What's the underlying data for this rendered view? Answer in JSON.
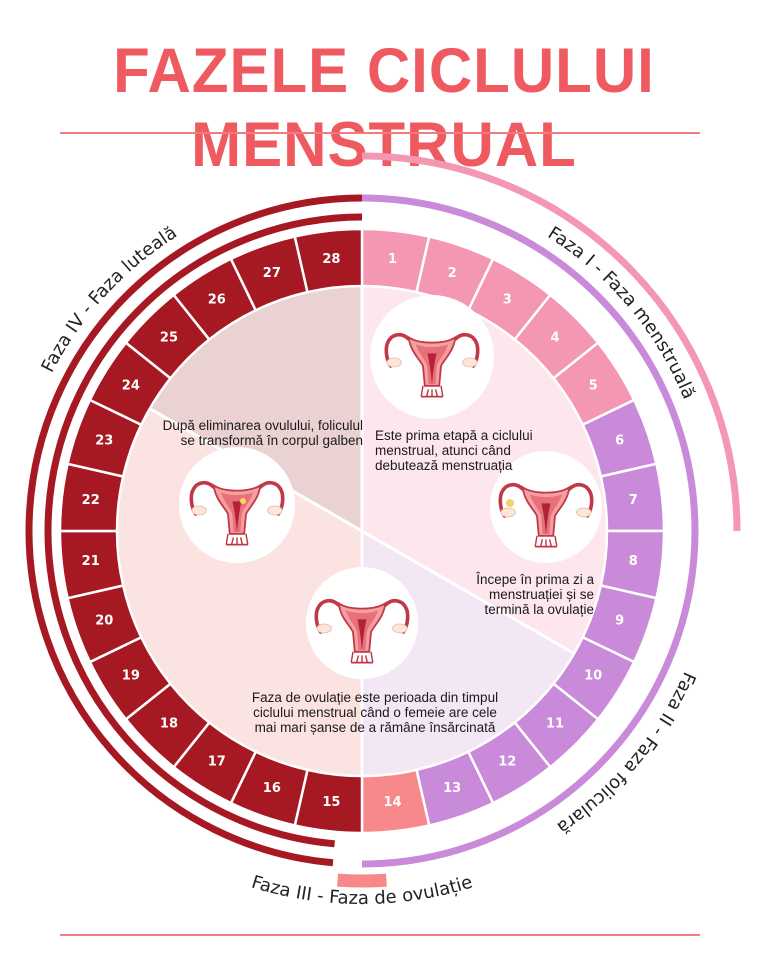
{
  "title": "FAZELE CICLULUI MENSTRUAL",
  "days": [
    "1",
    "2",
    "3",
    "4",
    "5",
    "6",
    "7",
    "8",
    "9",
    "10",
    "11",
    "12",
    "13",
    "14",
    "15",
    "16",
    "17",
    "18",
    "19",
    "20",
    "21",
    "22",
    "23",
    "24",
    "25",
    "26",
    "27",
    "28"
  ],
  "phases": [
    {
      "label": "Faza I - Faza menstruală",
      "desc": "Este prima etapă a ciclului menstrual, atunci când debutează menstruația",
      "color": "#f397b2"
    },
    {
      "label": "Faza II - Faza foliculară",
      "desc": "Începe în prima zi a menstruației și se termină la ovulație",
      "color": "#c98ad9"
    },
    {
      "label": "Faza III - Faza de ovulație",
      "desc": "Faza de ovulație este perioada din timpul ciclului menstrual când o femeie are cele mai mari șanse de a rămâne însărcinată",
      "color": "#f7898b"
    },
    {
      "label": "Faza IV - Faza luteală",
      "desc": "După eliminarea ovulului, foliculul se transformă în corpul galben",
      "color": "#a61822"
    }
  ],
  "icons": [
    "uterus-icon"
  ]
}
